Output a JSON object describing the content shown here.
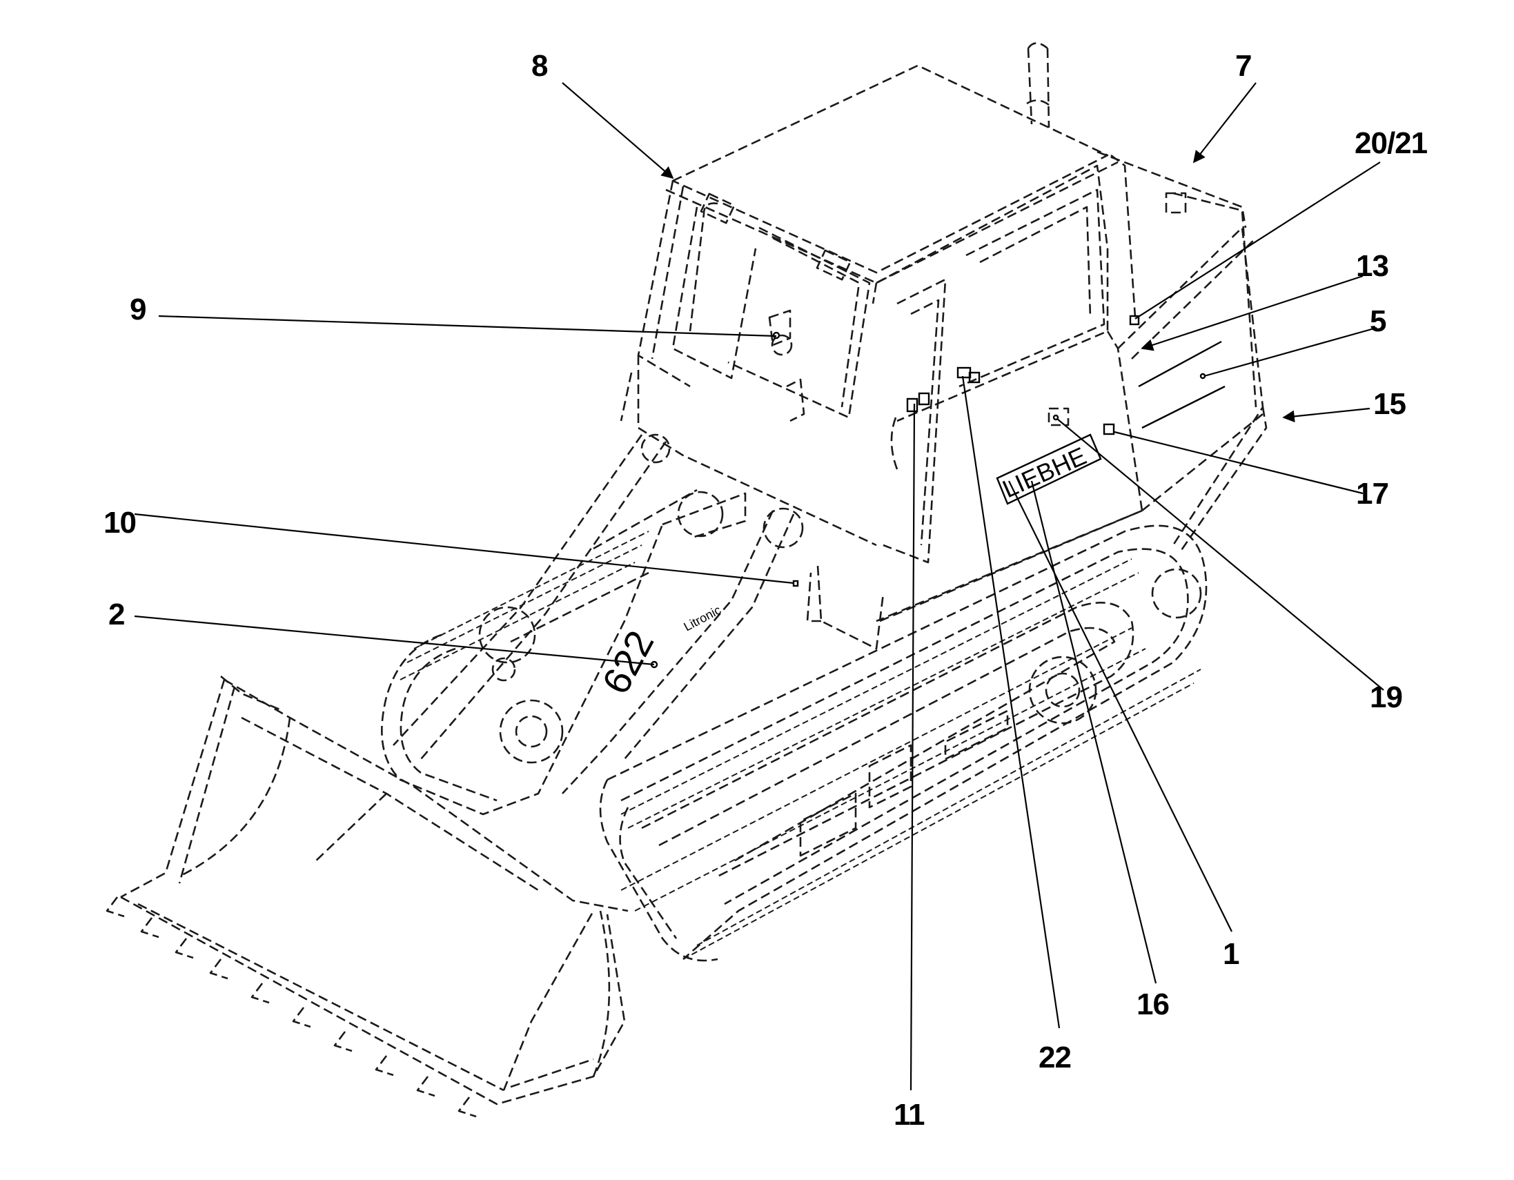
{
  "reference_labels": {
    "n1": "1",
    "n2": "2",
    "n5": "5",
    "n7": "7",
    "n8": "8",
    "n9": "9",
    "n10": "10",
    "n11": "11",
    "n13": "13",
    "n15": "15",
    "n16": "16",
    "n17": "17",
    "n19": "19",
    "n20_21": "20/21",
    "n22": "22"
  },
  "decals": {
    "model": "622",
    "model_suffix": "Litronic",
    "brand": "LIEBHE"
  },
  "colors": {
    "ink": "#000000",
    "background": "#ffffff"
  }
}
